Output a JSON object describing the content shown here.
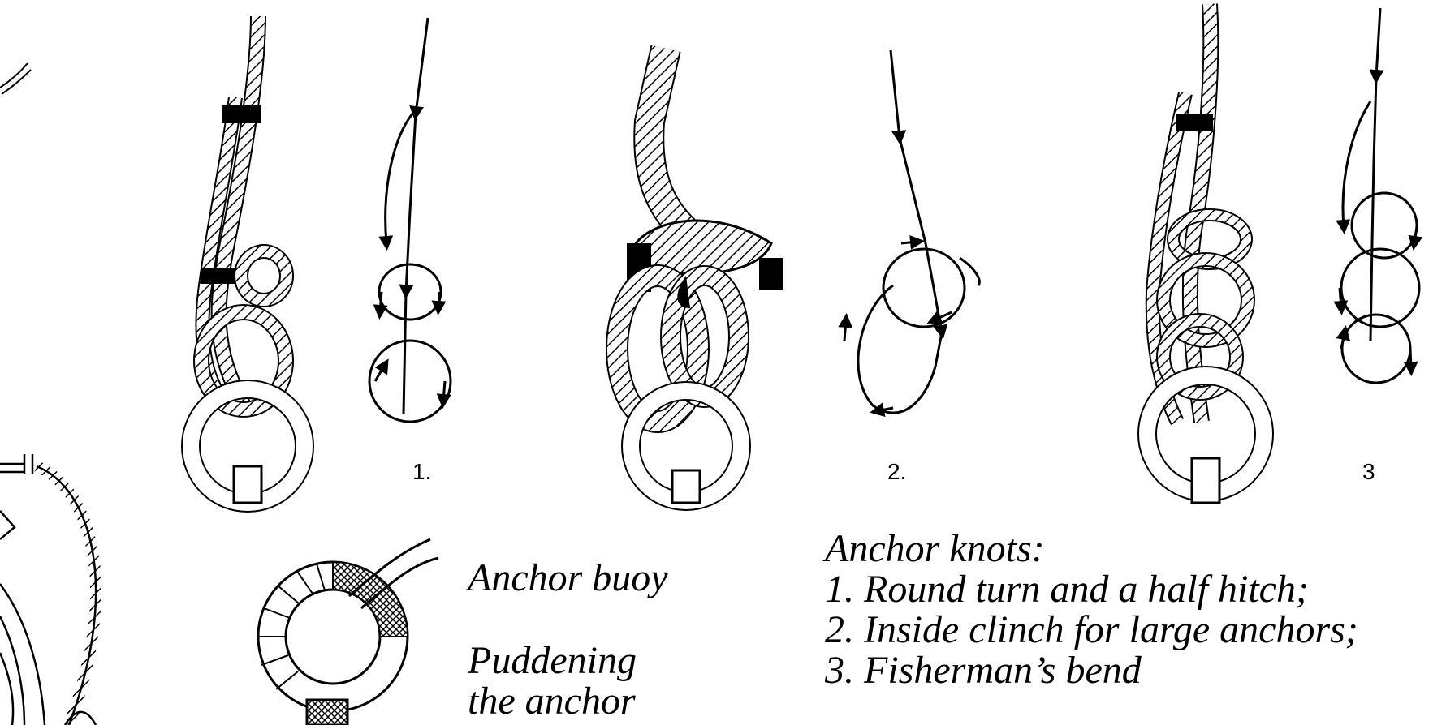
{
  "figure_numbers": [
    "1.",
    "2.",
    "3"
  ],
  "captions": {
    "anchor_buoy": "Anchor buoy",
    "puddening_line1": "Puddening",
    "puddening_line2": "the anchor"
  },
  "knots_caption": {
    "heading": "Anchor knots:",
    "items": [
      "1. Round turn and a half hitch;",
      "2. Inside clinch for large anchors;",
      "3. Fisherman’s bend"
    ]
  },
  "colors": {
    "ink": "#000000",
    "paper": "#ffffff"
  }
}
